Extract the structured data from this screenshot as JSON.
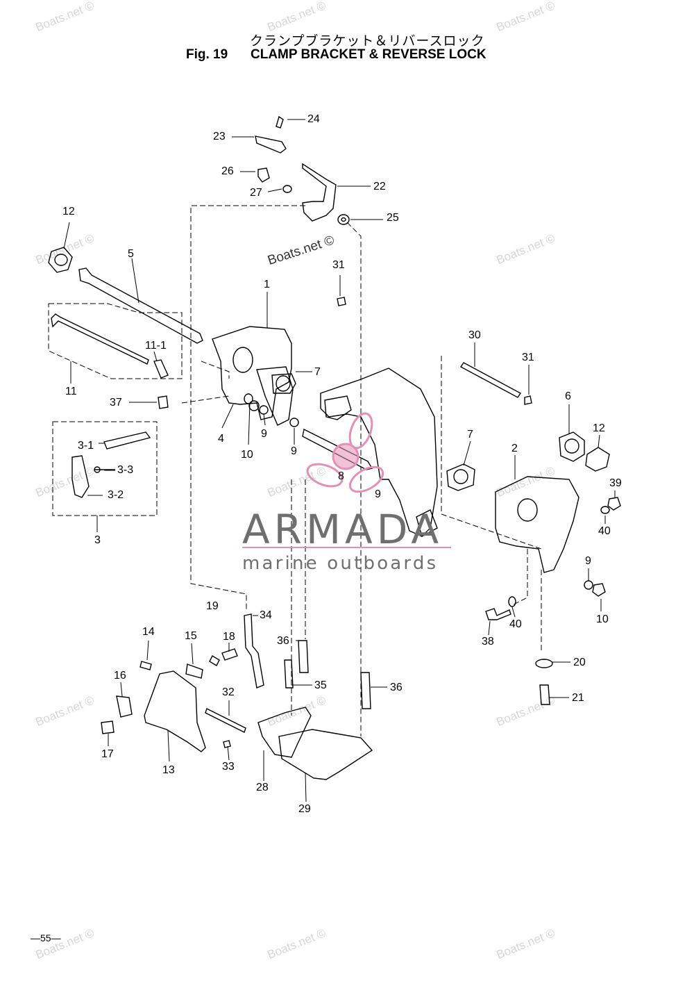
{
  "header": {
    "title_jp": "クランプブラケット＆リバースロック",
    "fig_label": "Fig. 19",
    "title_en": "CLAMP BRACKET & REVERSE LOCK"
  },
  "watermark": {
    "text": "Boats.net ©"
  },
  "brand": {
    "name": "ARMADA",
    "tagline": "marine outboards",
    "color_dark": "#6f6f6f",
    "color_accent": "#e48fb8"
  },
  "callouts": {
    "c1": "1",
    "c2": "2",
    "c3": "3",
    "c3_1": "3-1",
    "c3_2": "3-2",
    "c3_3": "3-3",
    "c4": "4",
    "c5": "5",
    "c6": "6",
    "c7a": "7",
    "c7b": "7",
    "c8": "8",
    "c9a": "9",
    "c9b": "9",
    "c9c": "9",
    "c9d": "9",
    "c10a": "10",
    "c10b": "10",
    "c11": "11",
    "c11_1": "11-1",
    "c12a": "12",
    "c12b": "12",
    "c13": "13",
    "c14": "14",
    "c15": "15",
    "c16": "16",
    "c17": "17",
    "c18": "18",
    "c19": "19",
    "c20": "20",
    "c21": "21",
    "c22": "22",
    "c23": "23",
    "c24": "24",
    "c25": "25",
    "c26": "26",
    "c27": "27",
    "c28": "28",
    "c29": "29",
    "c30": "30",
    "c31a": "31",
    "c31b": "31",
    "c32": "32",
    "c33": "33",
    "c34": "34",
    "c35": "35",
    "c36a": "36",
    "c36b": "36",
    "c37": "37",
    "c38": "38",
    "c39": "39",
    "c40a": "40",
    "c40b": "40"
  },
  "footer": {
    "page_number": "—55—"
  }
}
